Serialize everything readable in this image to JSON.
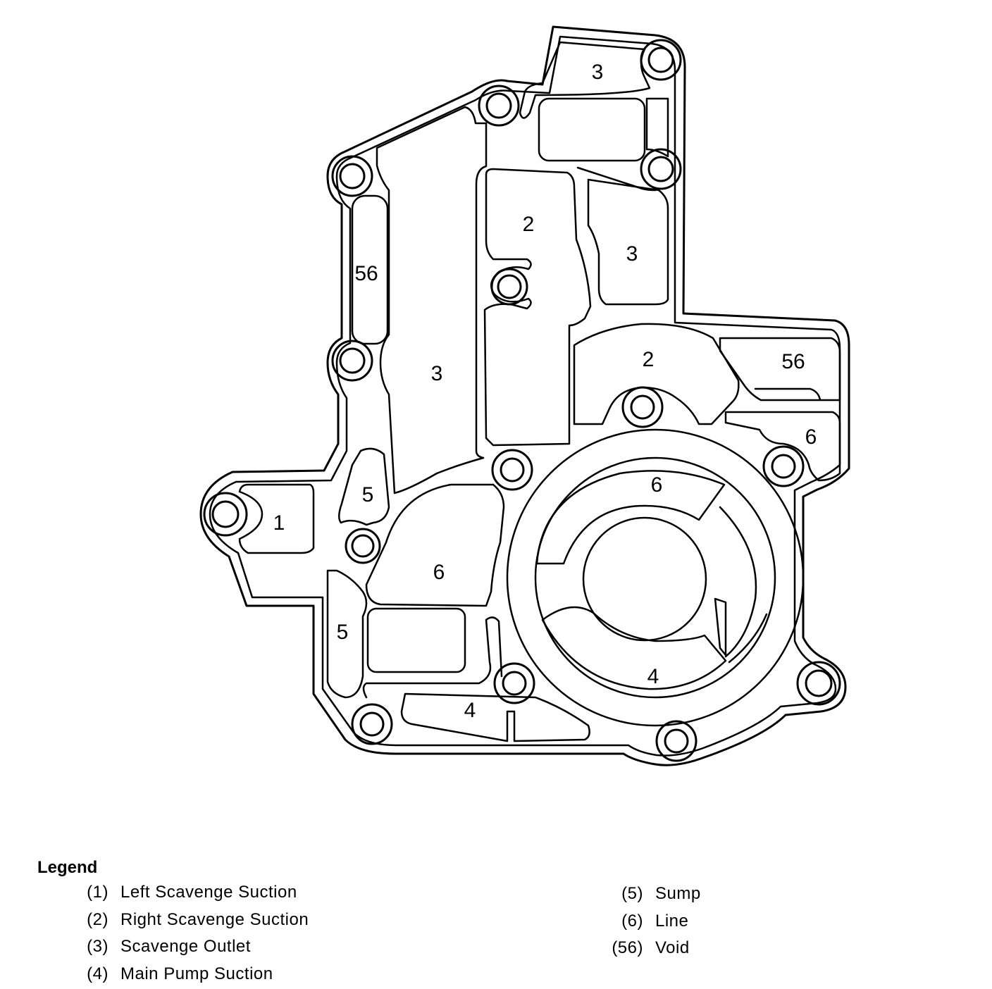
{
  "diagram": {
    "region_labels": {
      "top_right_3": "3",
      "upper_2": "2",
      "right_3": "3",
      "left_56": "56",
      "center_3": "3",
      "mid_2": "2",
      "right_56": "56",
      "far_right_6": "6",
      "left_1": "1",
      "upper_5": "5",
      "ring_top_6": "6",
      "lower_left_6": "6",
      "lower_5": "5",
      "bottom_4": "4",
      "ring_bottom_4": "4"
    }
  },
  "legend": {
    "title": "Legend",
    "items": [
      {
        "num": "(1)",
        "text": "Left Scavenge Suction"
      },
      {
        "num": "(2)",
        "text": "Right Scavenge Suction"
      },
      {
        "num": "(3)",
        "text": "Scavenge Outlet"
      },
      {
        "num": "(4)",
        "text": "Main Pump Suction"
      },
      {
        "num": "(5)",
        "text": "Sump"
      },
      {
        "num": "(6)",
        "text": "Line"
      },
      {
        "num": "(56)",
        "text": "Void"
      }
    ]
  }
}
